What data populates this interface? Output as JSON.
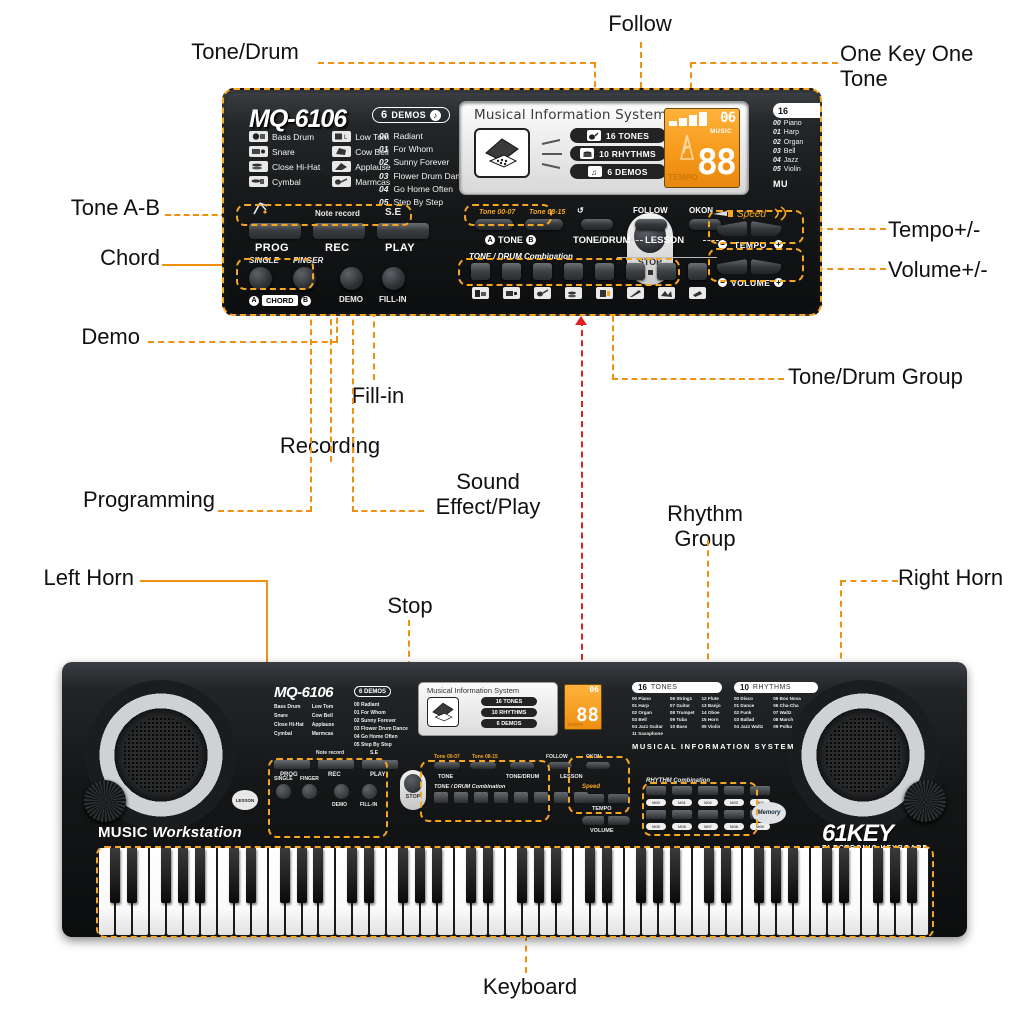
{
  "callouts": [
    {
      "text": "Tone/Drum",
      "name": "callout-tone-drum"
    },
    {
      "text": "Follow",
      "name": "callout-follow"
    },
    {
      "text": "One Key One\nTone",
      "name": "callout-one-key-one-tone"
    },
    {
      "text": "Tone A-B",
      "name": "callout-tone-a-b"
    },
    {
      "text": "Chord",
      "name": "callout-chord"
    },
    {
      "text": "Demo",
      "name": "callout-demo"
    },
    {
      "text": "Tempo+/-",
      "name": "callout-tempo"
    },
    {
      "text": "Volume+/-",
      "name": "callout-volume"
    },
    {
      "text": "Fill-in",
      "name": "callout-fill-in"
    },
    {
      "text": "Recording",
      "name": "callout-recording"
    },
    {
      "text": "Programming",
      "name": "callout-programming"
    },
    {
      "text": "Sound\nEffect/Play",
      "name": "callout-sound-effect-play"
    },
    {
      "text": "Tone/Drum Group",
      "name": "callout-tone-drum-group"
    },
    {
      "text": "Rhythm\nGroup",
      "name": "callout-rhythm-group"
    },
    {
      "text": "Left Horn",
      "name": "callout-left-horn"
    },
    {
      "text": "Right Horn",
      "name": "callout-right-horn"
    },
    {
      "text": "Stop",
      "name": "callout-stop"
    },
    {
      "text": "Keyboard",
      "name": "callout-keyboard"
    }
  ],
  "panel": {
    "model": "MQ-6106",
    "demo_pill": {
      "count": "6",
      "word": "DEMOS"
    },
    "drums": [
      {
        "label": "Bass Drum"
      },
      {
        "label": "Low Tom"
      },
      {
        "label": "Snare"
      },
      {
        "label": "Cow Bell"
      },
      {
        "label": "Close Hi-Hat"
      },
      {
        "label": "Applause"
      },
      {
        "label": "Cymbal"
      },
      {
        "label": "Marmcas"
      }
    ],
    "demos": [
      {
        "num": "00",
        "name": "Radiant"
      },
      {
        "num": "01",
        "name": "For Whom"
      },
      {
        "num": "02",
        "name": "Sunny Forever"
      },
      {
        "num": "03",
        "name": "Flower Drum Dance"
      },
      {
        "num": "04",
        "name": "Go Home Often"
      },
      {
        "num": "05",
        "name": "Step By Step"
      }
    ],
    "mis": {
      "title": "Musical Information System",
      "tags": [
        {
          "label": "16 TONES"
        },
        {
          "label": "10 RHYTHMS"
        },
        {
          "label": "6 DEMOS"
        }
      ]
    },
    "lcd": {
      "preset": "06",
      "value": "88",
      "tempo_label": "TEMPO",
      "music_label": "MUSIC"
    },
    "edge": {
      "pill": "16",
      "tones": [
        {
          "num": "00",
          "name": "Piano"
        },
        {
          "num": "01",
          "name": "Harp"
        },
        {
          "num": "02",
          "name": "Organ"
        },
        {
          "num": "03",
          "name": "Bell"
        },
        {
          "num": "04",
          "name": "Jazz"
        },
        {
          "num": "05",
          "name": "Violin"
        }
      ],
      "mis": "MU"
    },
    "top_labels": {
      "note_record": "Note record",
      "se": "S.E",
      "tone_00_07": "Tone 00-07",
      "tone_08_15": "Tone 08-15"
    },
    "buttons": {
      "prog": "PROG",
      "rec": "REC",
      "play": "PLAY",
      "single": "SINGLE",
      "finger": "FINGER",
      "demo": "DEMO",
      "fill_in": "FILL-IN",
      "stop": "STOP",
      "tone_drum": "TONE/DRUM",
      "lesson": "LESSON",
      "follow": "FOLLOW",
      "okon": "OKON",
      "tone_ab": "TONE",
      "chord": "CHORD",
      "combination": "TONE / DRUM Combination",
      "speed": "Speed",
      "tempo": "TEMPO",
      "volume": "VOLUME",
      "minus": "−",
      "plus": "+",
      "badge_a": "A",
      "badge_b": "B"
    }
  },
  "keyboard": {
    "model": "MQ-6106",
    "brand": "MUSIC",
    "brand_italic": "Workstation",
    "key_count": "61",
    "key_word": "KEY",
    "key_sub": "ELECTRONIC KEYBOARD",
    "mis_footer": "MUSICAL INFORMATION SYSTEM",
    "lesson_badge": "LESSON",
    "memory_badge": "Memory",
    "tones_header": {
      "count": "16",
      "word": "TONES"
    },
    "rhythms_header": {
      "count": "10",
      "word": "RHYTHMS"
    },
    "tones": [
      {
        "num": "00",
        "name": "Piano"
      },
      {
        "num": "06",
        "name": "String1"
      },
      {
        "num": "12",
        "name": "Flute"
      },
      {
        "num": "01",
        "name": "Harp"
      },
      {
        "num": "07",
        "name": "Guitar"
      },
      {
        "num": "13",
        "name": "Banjo"
      },
      {
        "num": "02",
        "name": "Organ"
      },
      {
        "num": "08",
        "name": "Trumpet"
      },
      {
        "num": "14",
        "name": "Oboe"
      },
      {
        "num": "03",
        "name": "Bell"
      },
      {
        "num": "09",
        "name": "Tuba"
      },
      {
        "num": "15",
        "name": "Horn"
      },
      {
        "num": "04",
        "name": "Jazz Guitar"
      },
      {
        "num": "10",
        "name": "Bass"
      },
      {
        "num": "05",
        "name": "Violin"
      },
      {
        "num": "11",
        "name": "Saxophone"
      }
    ],
    "rhythms": [
      {
        "num": "00",
        "name": "Disco"
      },
      {
        "num": "05",
        "name": "Bos Nova"
      },
      {
        "num": "01",
        "name": "Dance"
      },
      {
        "num": "06",
        "name": "Cha-Cha"
      },
      {
        "num": "02",
        "name": "Funk"
      },
      {
        "num": "07",
        "name": "Waltz"
      },
      {
        "num": "03",
        "name": "Ballad"
      },
      {
        "num": "08",
        "name": "March"
      },
      {
        "num": "04",
        "name": "Jazz Waltz"
      },
      {
        "num": "09",
        "name": "Polka"
      }
    ],
    "rhythm_combination": "RHYTHM Combination",
    "rhythm_buttons": [
      "M00",
      "M01",
      "M02",
      "M03",
      "M04",
      "M05",
      "M06",
      "M07",
      "M08",
      "M09"
    ]
  },
  "colors": {
    "highlight": "#F5A623",
    "red_line": "#E02020",
    "lcd": "#F79A1C",
    "body": "#141617"
  }
}
